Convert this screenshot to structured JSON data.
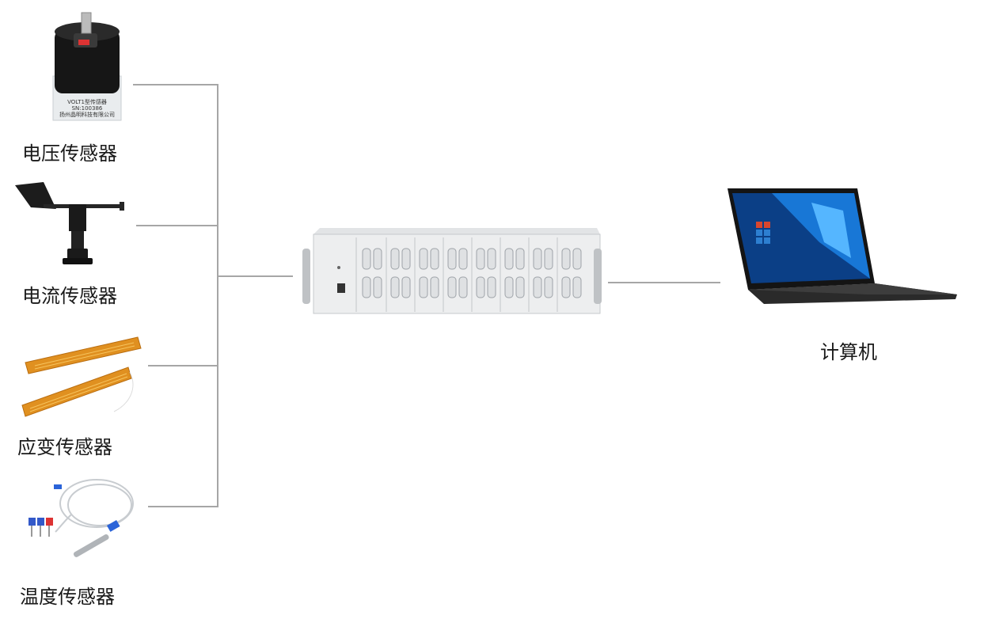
{
  "sensors": [
    {
      "label": "电压传感器",
      "icon": "voltage-sensor-icon",
      "plate_text": [
        "VOLT1型传感器",
        "SN:100386",
        "扬州晶明科技有限公司"
      ]
    },
    {
      "label": "电流传感器",
      "icon": "current-sensor-icon"
    },
    {
      "label": "应变传感器",
      "icon": "strain-gauge-icon"
    },
    {
      "label": "温度传感器",
      "icon": "temperature-sensor-icon"
    }
  ],
  "computer": {
    "label": "计算机",
    "icon": "laptop-icon"
  },
  "device": {
    "icon": "data-acquisition-chassis-icon"
  },
  "colors": {
    "line": "#a6a6a6",
    "text": "#1a1a1a"
  }
}
